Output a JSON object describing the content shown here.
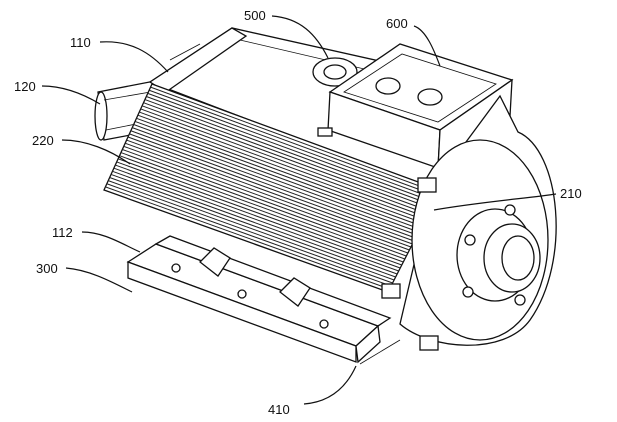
{
  "labels": {
    "l110": "110",
    "l120": "120",
    "l220": "220",
    "l112": "112",
    "l300": "300",
    "l500": "500",
    "l600": "600",
    "l210": "210",
    "l410": "410"
  }
}
